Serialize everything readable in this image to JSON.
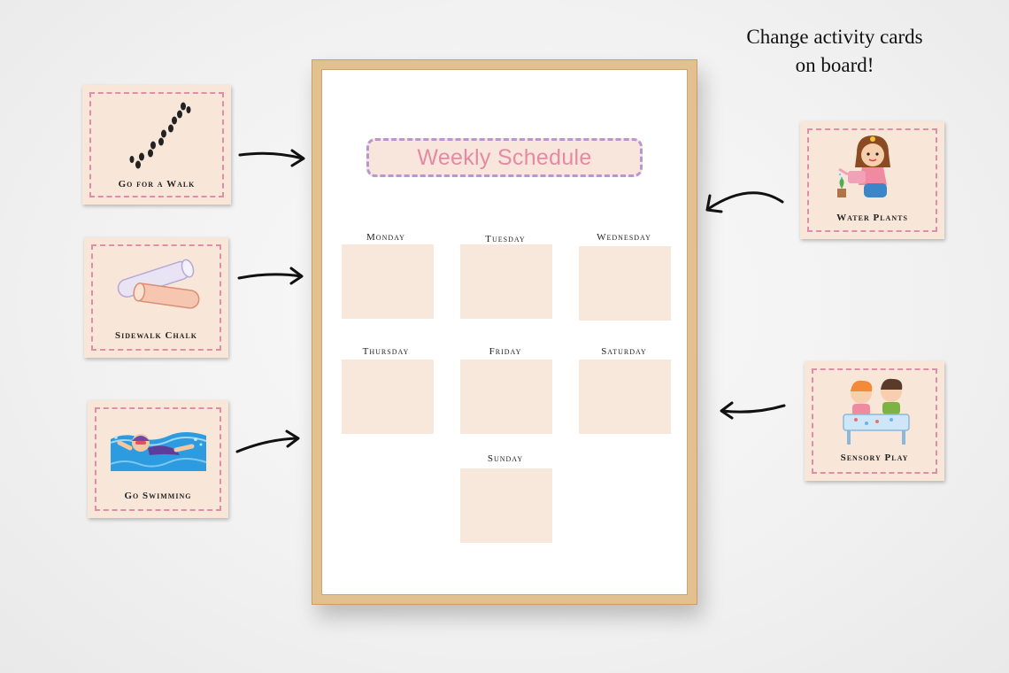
{
  "headline": {
    "line1": "Change activity cards",
    "line2": "on board!"
  },
  "board": {
    "title": "Weekly Schedule",
    "days": [
      "Monday",
      "Tuesday",
      "Wednesday",
      "Thursday",
      "Friday",
      "Saturday",
      "Sunday"
    ]
  },
  "cards": {
    "walk": "Go for a Walk",
    "chalk": "Sidewalk Chalk",
    "swim": "Go Swimming",
    "water": "Water Plants",
    "sensory": "Sensory Play"
  },
  "colors": {
    "frame": "#e2c08f",
    "slot": "#f8e8dc",
    "title_text": "#e58aa4",
    "title_border": "#b797cf",
    "card_border": "#de8ea6"
  },
  "icons": [
    "footprints-icon",
    "chalk-icon",
    "swimmer-icon",
    "girl-watering-icon",
    "kids-sensory-table-icon",
    "arrow-icon"
  ]
}
